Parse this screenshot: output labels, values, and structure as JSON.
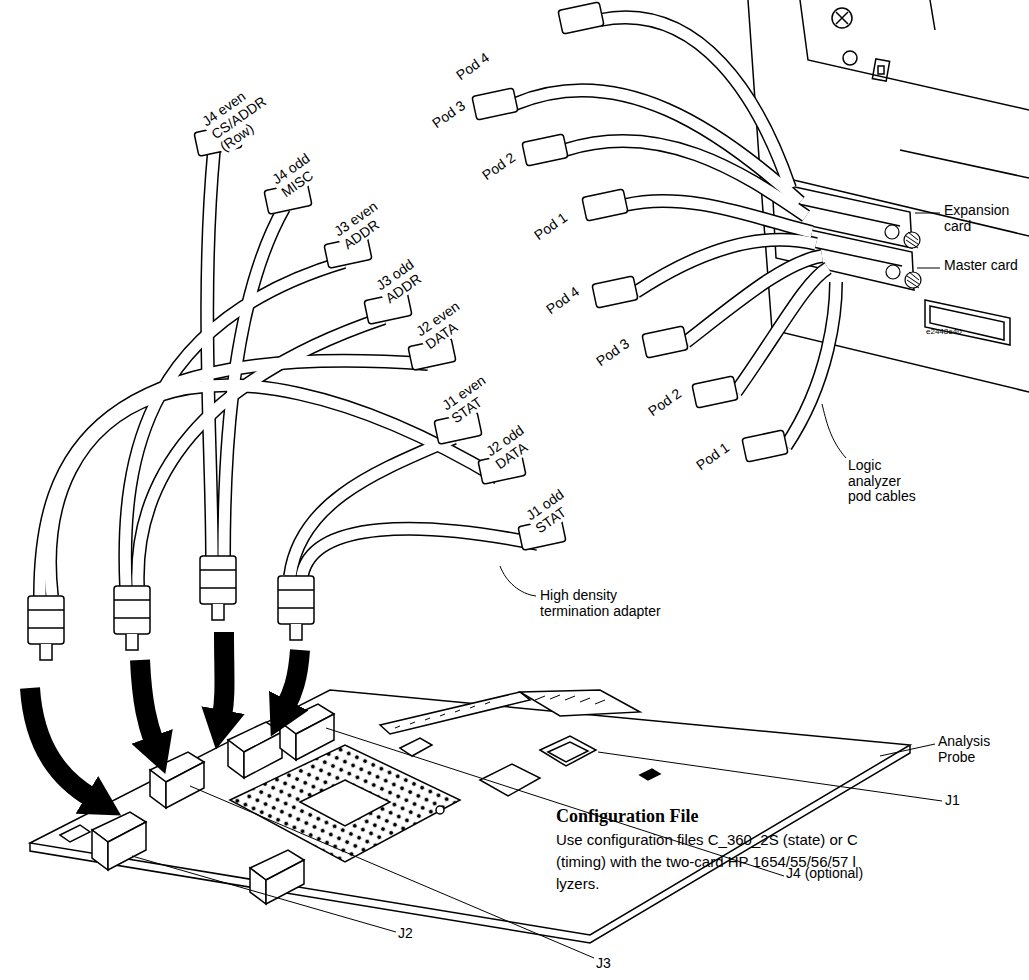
{
  "diagram": {
    "labels": [
      "J4 even CS/ADDR (Row)",
      "Pod 4",
      "J4 odd MISC",
      "Pod 3",
      "J3 even ADDR",
      "Pod 2",
      "J3 odd ADDR",
      "Pod 1",
      "J2 even DATA",
      "Pod 4",
      "J1 even STAT",
      "Pod 3",
      "J2 odd DATA",
      "Pod 2",
      "J1 odd STAT",
      "Pod 1",
      "Expansion card",
      "Master card",
      "e2448e40",
      "Logic analyzer pod cables",
      "High density termination adapter",
      "Analysis Probe",
      "J1",
      "J4 (optional)",
      "J2",
      "J3",
      "Configuration File",
      "Use configuration files C_360_2S (state) or C",
      "(timing) with the two-card HP 1654/55/56/57 l",
      "lyzers."
    ]
  }
}
